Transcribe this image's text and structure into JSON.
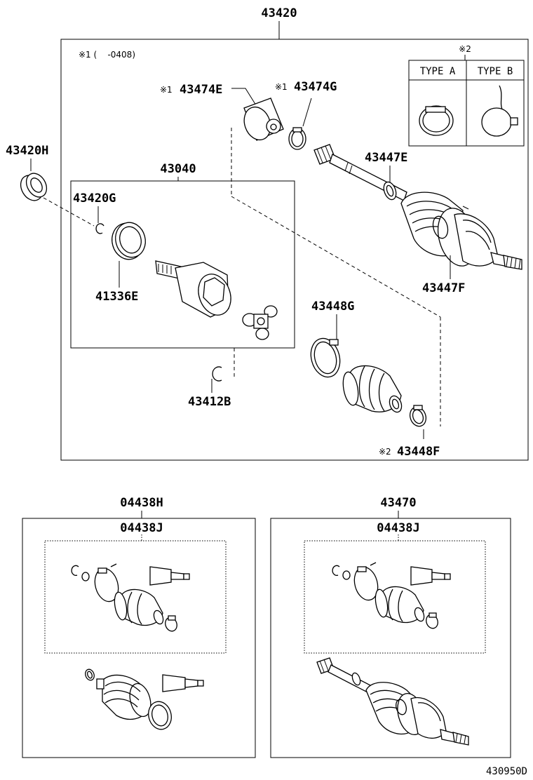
{
  "labels": {
    "assembly": "43420",
    "note1": "※1 (    -0408)",
    "note2_mark": "※2",
    "type_a": "TYPE A",
    "type_b": "TYPE B",
    "p43474E_mark": "※1",
    "p43474E": "43474E",
    "p43474G_mark": "※1",
    "p43474G": "43474G",
    "p43420H": "43420H",
    "p43040": "43040",
    "p43420G": "43420G",
    "p43447E": "43447E",
    "p41336E": "41336E",
    "p43447F": "43447F",
    "p43448G": "43448G",
    "p43412B": "43412B",
    "p43448F_mark": "※2",
    "p43448F": "43448F",
    "kit_left_outer": "04438H",
    "kit_left_inner": "04438J",
    "kit_right_outer": "43470",
    "kit_right_inner": "04438J",
    "diagram_code": "430950D"
  }
}
